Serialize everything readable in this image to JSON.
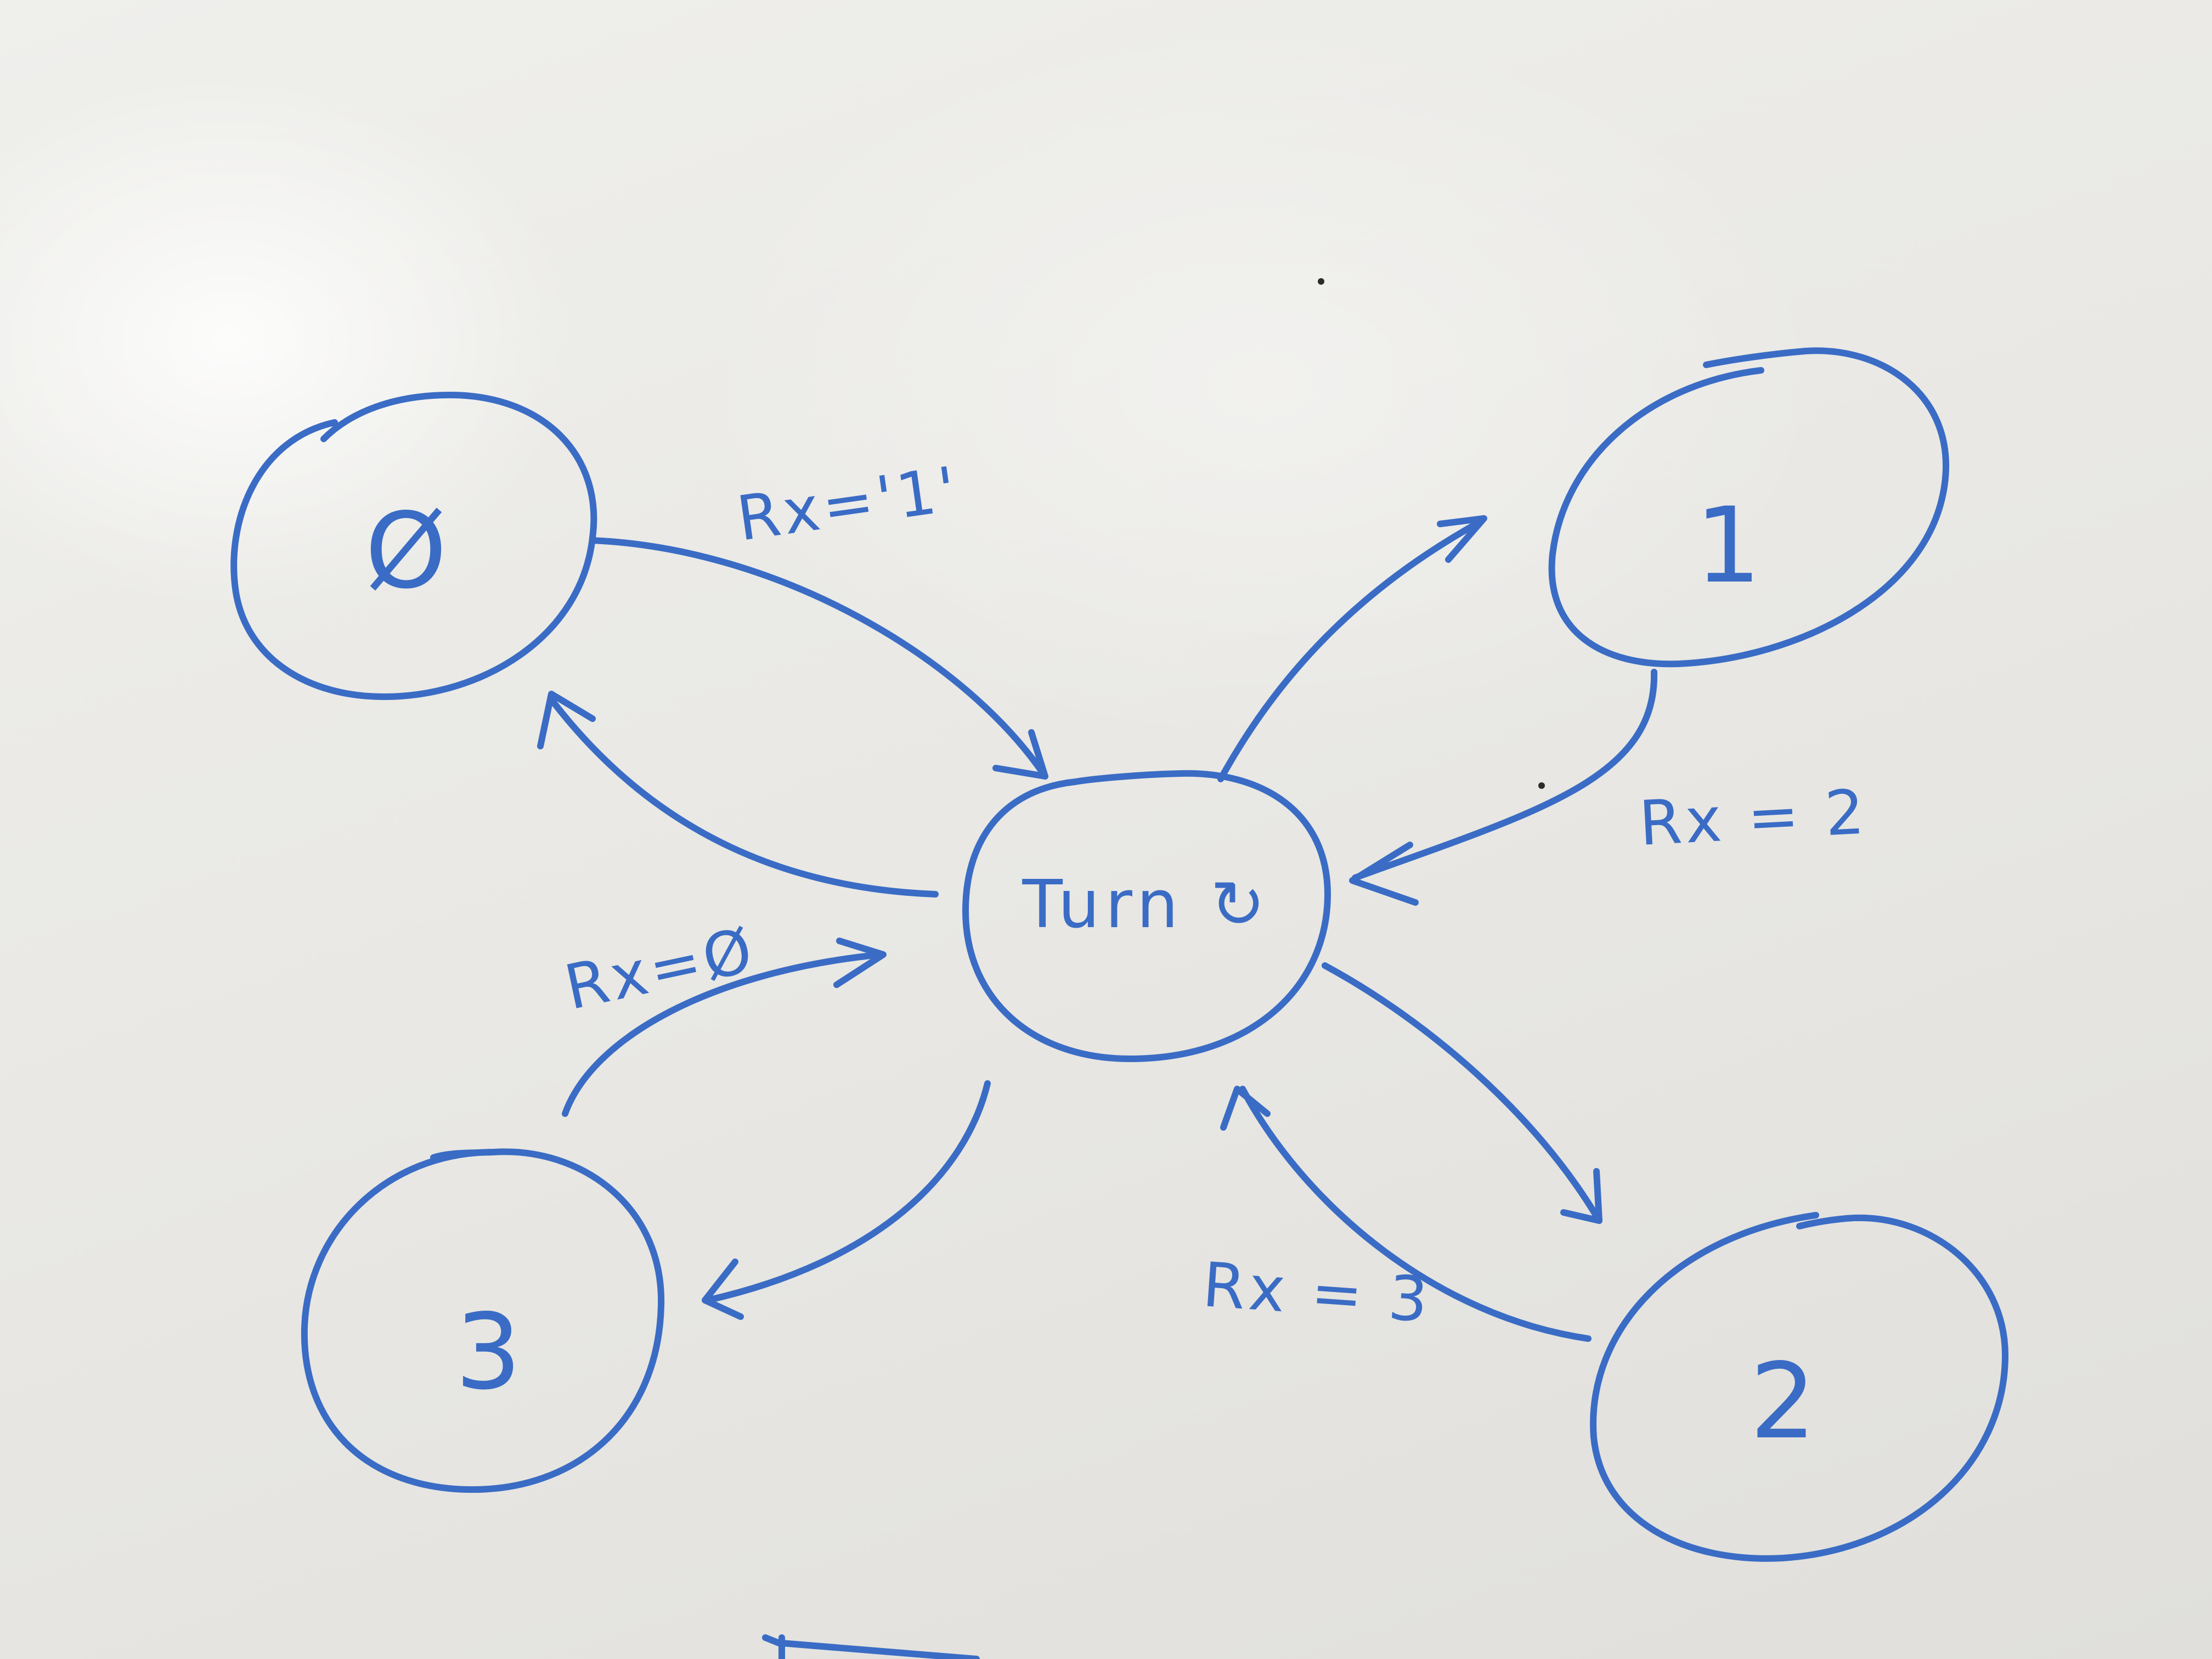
{
  "diagram": {
    "type": "state-diagram",
    "medium": "whiteboard",
    "ink_color": "#3a6cc5",
    "center_node": {
      "label": "Turn ↻"
    },
    "nodes": [
      {
        "id": "n0",
        "label": "Ø"
      },
      {
        "id": "n1",
        "label": "1"
      },
      {
        "id": "n2",
        "label": "2"
      },
      {
        "id": "n3",
        "label": "3"
      }
    ],
    "edges": [
      {
        "from": "n0",
        "to": "center",
        "label": "Rx='1'"
      },
      {
        "from": "center",
        "to": "n0",
        "label": ""
      },
      {
        "from": "center",
        "to": "n1",
        "label": ""
      },
      {
        "from": "n1",
        "to": "center",
        "label": "Rx = 2"
      },
      {
        "from": "center",
        "to": "n2",
        "label": ""
      },
      {
        "from": "n2",
        "to": "center",
        "label": "Rx = 3"
      },
      {
        "from": "center",
        "to": "n3",
        "label": ""
      },
      {
        "from": "n3",
        "to": "center",
        "label": "Rx=Ø"
      }
    ]
  }
}
